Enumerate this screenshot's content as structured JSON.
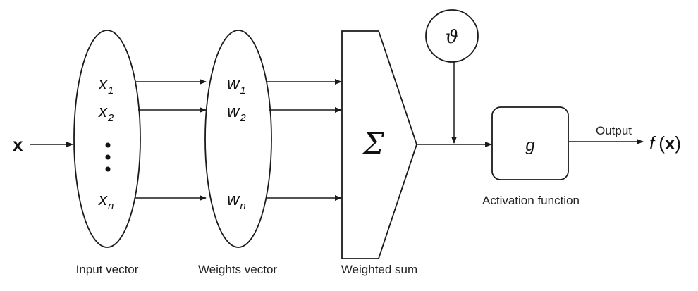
{
  "input": {
    "symbol": "x"
  },
  "input_vector": {
    "caption": "Input vector",
    "items": [
      {
        "base": "x",
        "sub": "1"
      },
      {
        "base": "x",
        "sub": "2"
      },
      {
        "base": "x",
        "sub": "n"
      }
    ]
  },
  "weights_vector": {
    "caption": "Weights vector",
    "items": [
      {
        "base": "w",
        "sub": "1"
      },
      {
        "base": "w",
        "sub": "2"
      },
      {
        "base": "w",
        "sub": "n"
      }
    ]
  },
  "weighted_sum": {
    "caption": "Weighted sum",
    "symbol": "Σ"
  },
  "threshold": {
    "symbol": "ϑ"
  },
  "activation": {
    "caption": "Activation function",
    "symbol": "g"
  },
  "output": {
    "label": "Output",
    "func": "f",
    "open_paren": "(",
    "arg": "x",
    "close_paren": ")"
  }
}
